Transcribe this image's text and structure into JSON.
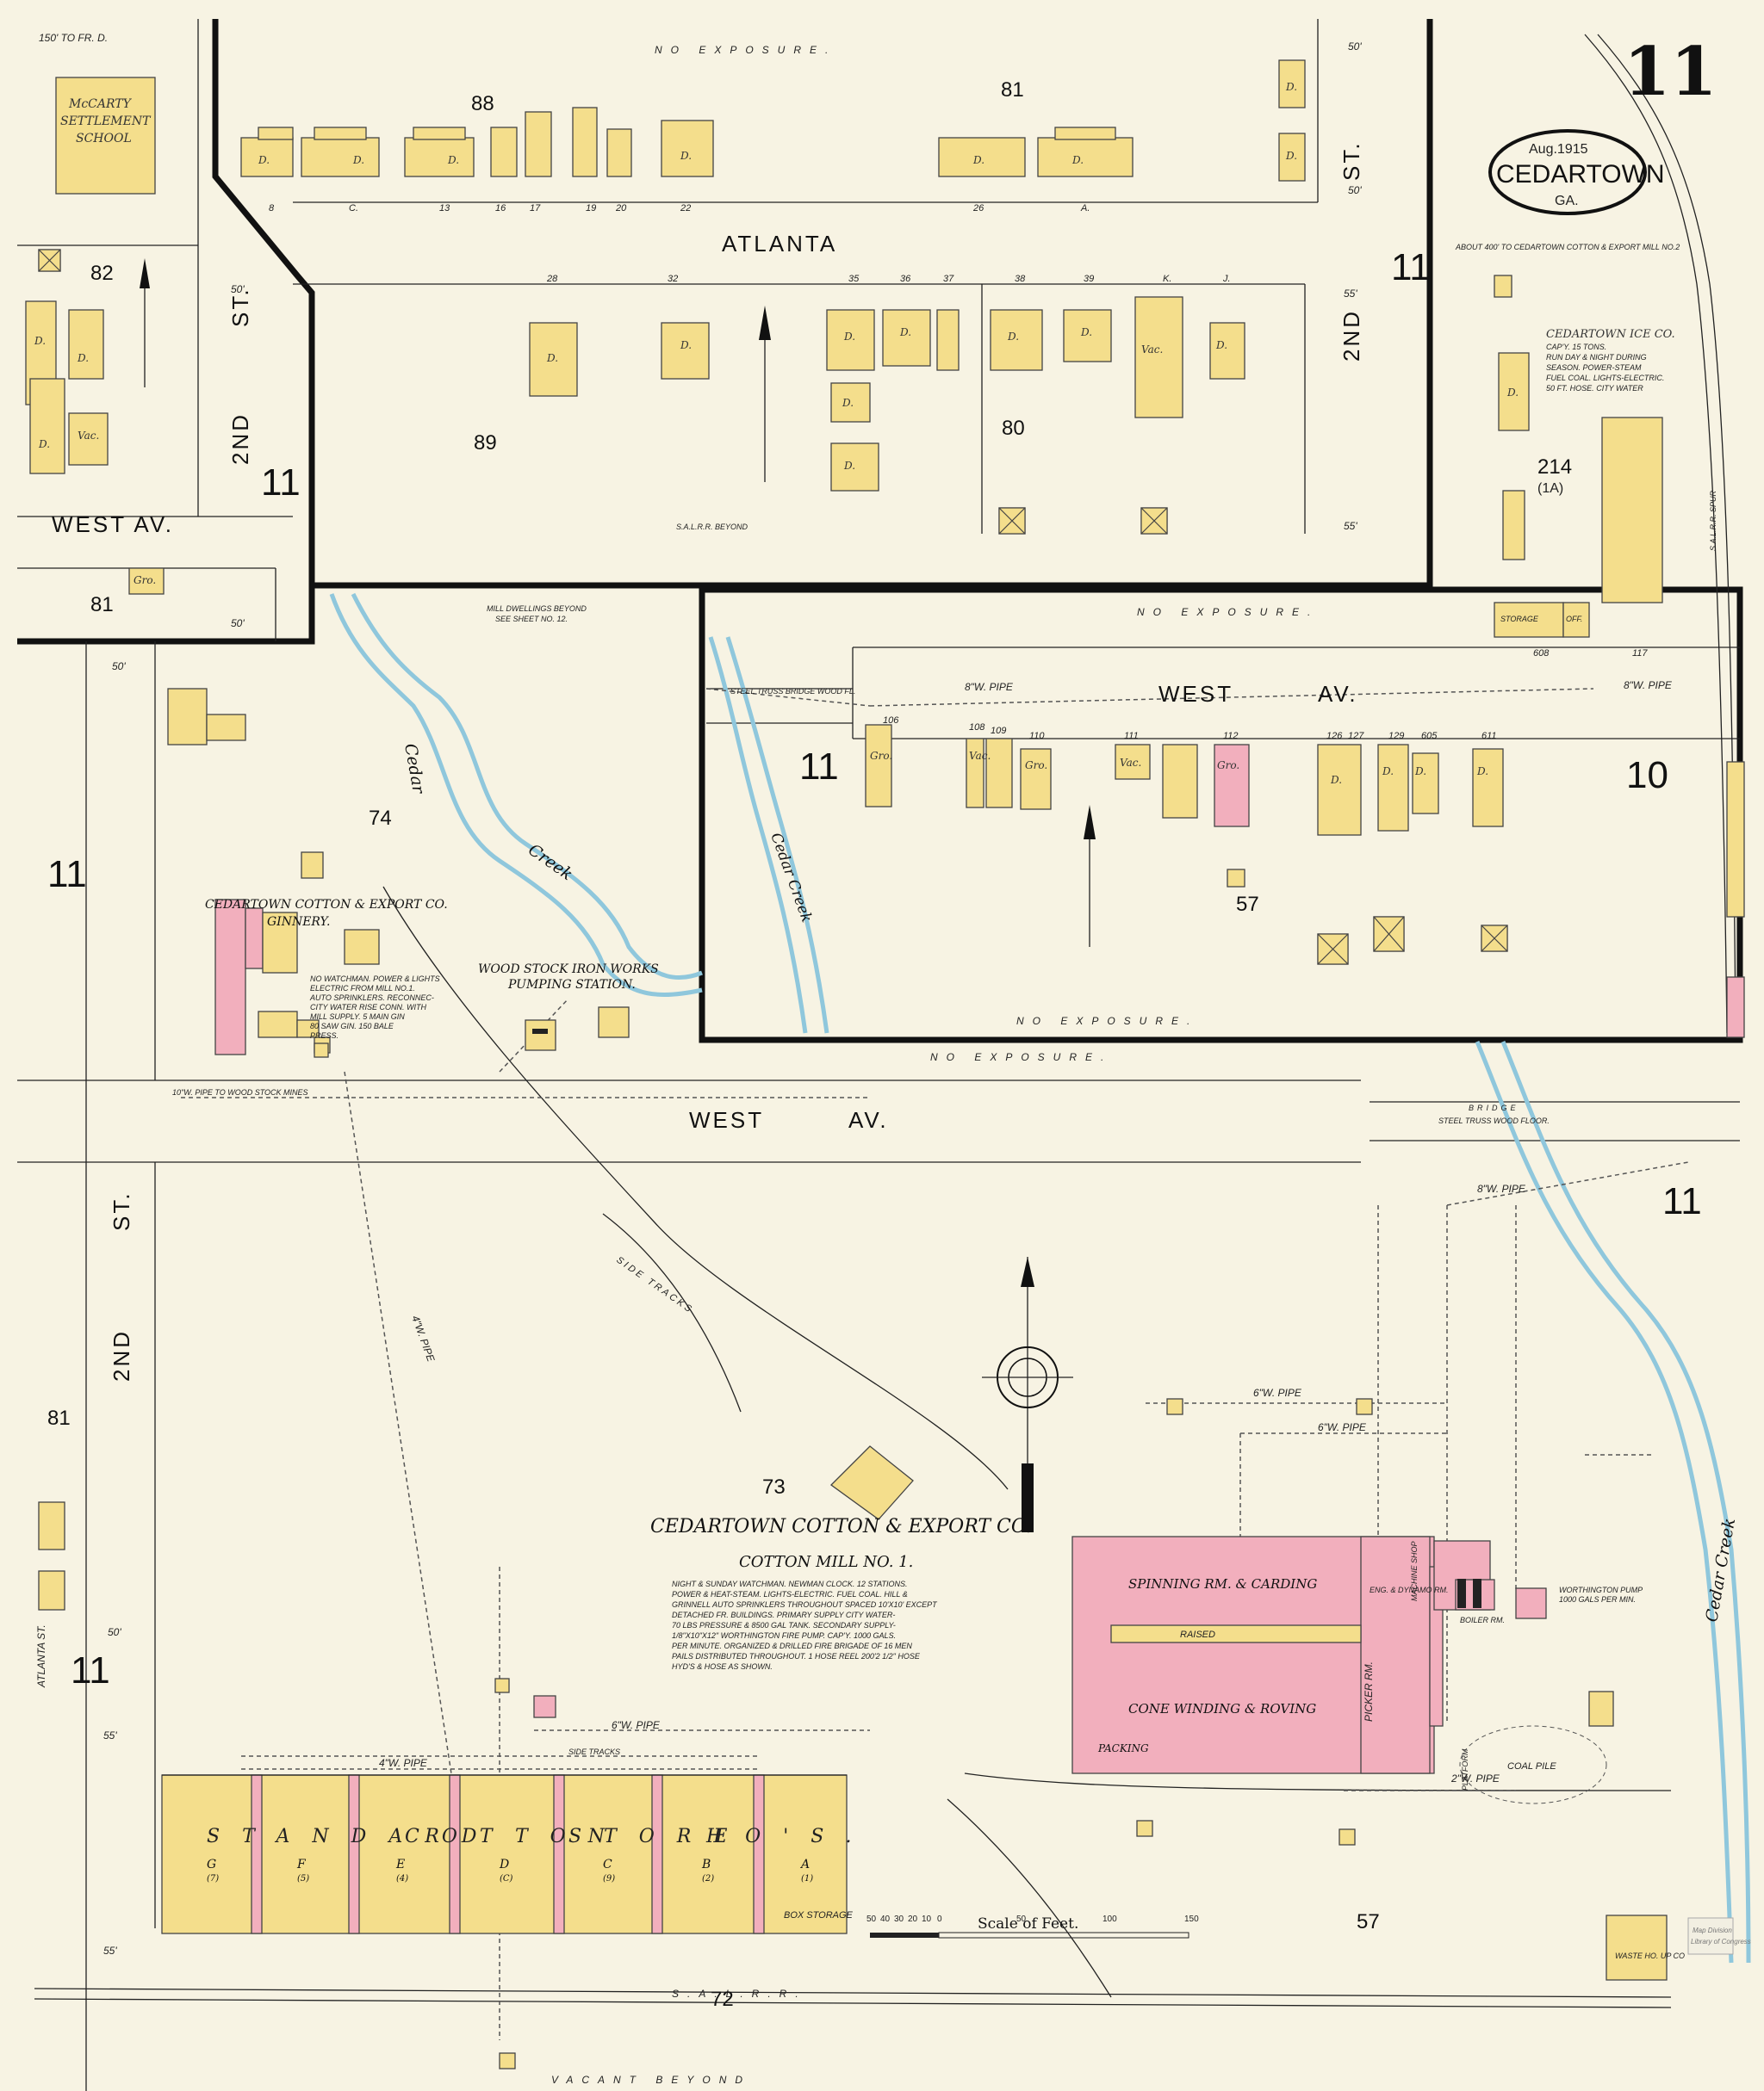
{
  "map": {
    "sheet_number": "11",
    "date": "Aug.1915",
    "city": "CEDARTOWN",
    "state": "GA.",
    "streets": {
      "atlanta": "ATLANTA",
      "west_av": "WEST",
      "west_av_suffix": "AV.",
      "west_av_left": "WEST AV.",
      "second_st_num": "2ND",
      "second_st": "ST.",
      "atlanta_st": "ATLANTA ST."
    },
    "blocks": [
      "88",
      "81",
      "82",
      "89",
      "80",
      "81",
      "74",
      "57",
      "73",
      "57",
      "72",
      "81"
    ],
    "adjacent_sheets": [
      "11",
      "11",
      "11",
      "10",
      "11",
      "11",
      "11"
    ],
    "exposure_text": "NO EXPOSURE.",
    "vacant_beyond": "VACANT BEYOND",
    "salrr": "S.A.L.R.R.",
    "salrr_beyond": "S.A.L.R.R. BEYOND",
    "sal_spur": "S.A.L.R.R. SPUR",
    "cedar_creek": "Cedar Creek",
    "cedar": "Cedar",
    "creek": "Creek",
    "school": [
      "McCARTY",
      "SETTLEMENT",
      "SCHOOL"
    ],
    "ice_co": {
      "name": "CEDARTOWN ICE CO.",
      "lines": [
        "CAP'Y. 15 TONS.",
        "RUN DAY & NIGHT DURING",
        "SEASON. POWER-STEAM",
        "FUEL COAL. LIGHTS-ELECTRIC.",
        "50 FT. HOSE. CITY WATER"
      ],
      "block": "214",
      "block_sub": "(1A)"
    },
    "ice_note": "ABOUT 400' TO CEDARTOWN COTTON & EXPORT MILL NO.2",
    "mill_dwellings": [
      "MILL DWELLINGS BEYOND",
      "SEE SHEET NO. 12."
    ],
    "ginnery": [
      "CEDARTOWN COTTON & EXPORT CO.",
      "GINNERY."
    ],
    "ginnery_notes": [
      "NO WATCHMAN. POWER & LIGHTS",
      "ELECTRIC FROM MILL NO.1.",
      "AUTO SPRINKLERS. RECONNEC-",
      "CITY WATER RISE CONN. WITH",
      "MILL SUPPLY. 5 MAIN GIN",
      "80 SAW GIN. 150 BALE",
      "PRESS."
    ],
    "pumping": [
      "WOOD STOCK IRON WORKS",
      "PUMPING STATION."
    ],
    "mill": {
      "company": "CEDARTOWN COTTON & EXPORT CO.",
      "name": "COTTON MILL NO. 1.",
      "notes": [
        "NIGHT & SUNDAY WATCHMAN. NEWMAN CLOCK. 12 STATIONS.",
        "POWER & HEAT-STEAM. LIGHTS-ELECTRIC. FUEL COAL. HILL &",
        "GRINNELL AUTO SPRINKLERS THROUGHOUT SPACED 10'X10' EXCEPT",
        "DETACHED FR. BUILDINGS. PRIMARY SUPPLY CITY WATER-",
        "70 LBS PRESSURE & 8500 GAL TANK. SECONDARY SUPPLY-",
        "1/8\"X10\"X12\" WORTHINGTON FIRE PUMP. CAP'Y. 1000 GALS.",
        "PER MINUTE. ORGANIZED & DRILLED FIRE BRIGADE OF 16 MEN",
        "PAILS DISTRIBUTED THROUGHOUT. 1 HOSE REEL 200'2 1/2\" HOSE",
        "HYD'S & HOSE AS SHOWN."
      ],
      "rooms": [
        "SPINNING RM. & CARDING",
        "CONE WINDING & ROVING",
        "PACKING",
        "PICKER RM.",
        "RAISED",
        "ENG. & DYNAMO RM.",
        "MACHINE SHOP",
        "BOILER RM."
      ],
      "platform": "PLATFORM",
      "coal_pile": "COAL PILE"
    },
    "store": {
      "title": "STANDARD COTTON STORE HO'S.",
      "title_words": [
        "STANDARD",
        "COTTON",
        "STORE",
        "HO'S."
      ],
      "sections": [
        "G",
        "F",
        "E",
        "D",
        "C",
        "B",
        "A"
      ],
      "subs": [
        "(7)",
        "(5)",
        "(4)",
        "(C)",
        "(9)",
        "(2)",
        "(1)"
      ],
      "box_storage": "BOX STORAGE"
    },
    "pipes": {
      "p8": "8\"W. PIPE",
      "p6": "6\"W. PIPE",
      "p4": "4\"W. PIPE",
      "p10": "10\"W. PIPE TO WOOD STOCK MINES",
      "p2": "2\"W. PIPE"
    },
    "bridge": {
      "title": "BRIDGE",
      "desc": "STEEL TRUSS WOOD FLOOR.",
      "top": "STEEL TRUSS BRIDGE WOOD FL."
    },
    "side_tracks": "SIDE TRACKS",
    "worthington": [
      "WORTHINGTON PUMP",
      "1000 GALS PER MIN."
    ],
    "waste_house": "WASTE HO. UP CO",
    "scale": {
      "title": "Scale of Feet.",
      "ticks": [
        "50",
        "40",
        "30",
        "20",
        "10",
        "0",
        "50",
        "100",
        "150"
      ]
    },
    "stamp": [
      "Map Division",
      "Library of Congress"
    ],
    "dwelling_mark": "D.",
    "vac": "Vac.",
    "gro": "Gro.",
    "storage": "STORAGE",
    "off": "OFF.",
    "addresses_west": [
      "106",
      "108",
      "109",
      "110",
      "111",
      "112",
      "126",
      "127",
      "129",
      "605",
      "611",
      "608",
      "117"
    ],
    "addresses_atlanta_n": [
      "8",
      "C.",
      "13",
      "16",
      "17",
      "19",
      "20",
      "22",
      "26",
      "A."
    ],
    "addresses_atlanta_s": [
      "28",
      "32",
      "35",
      "36",
      "37",
      "38",
      "39",
      "K.",
      "J."
    ],
    "dims": [
      "50'",
      "55'",
      "150' TO FR. D."
    ]
  }
}
